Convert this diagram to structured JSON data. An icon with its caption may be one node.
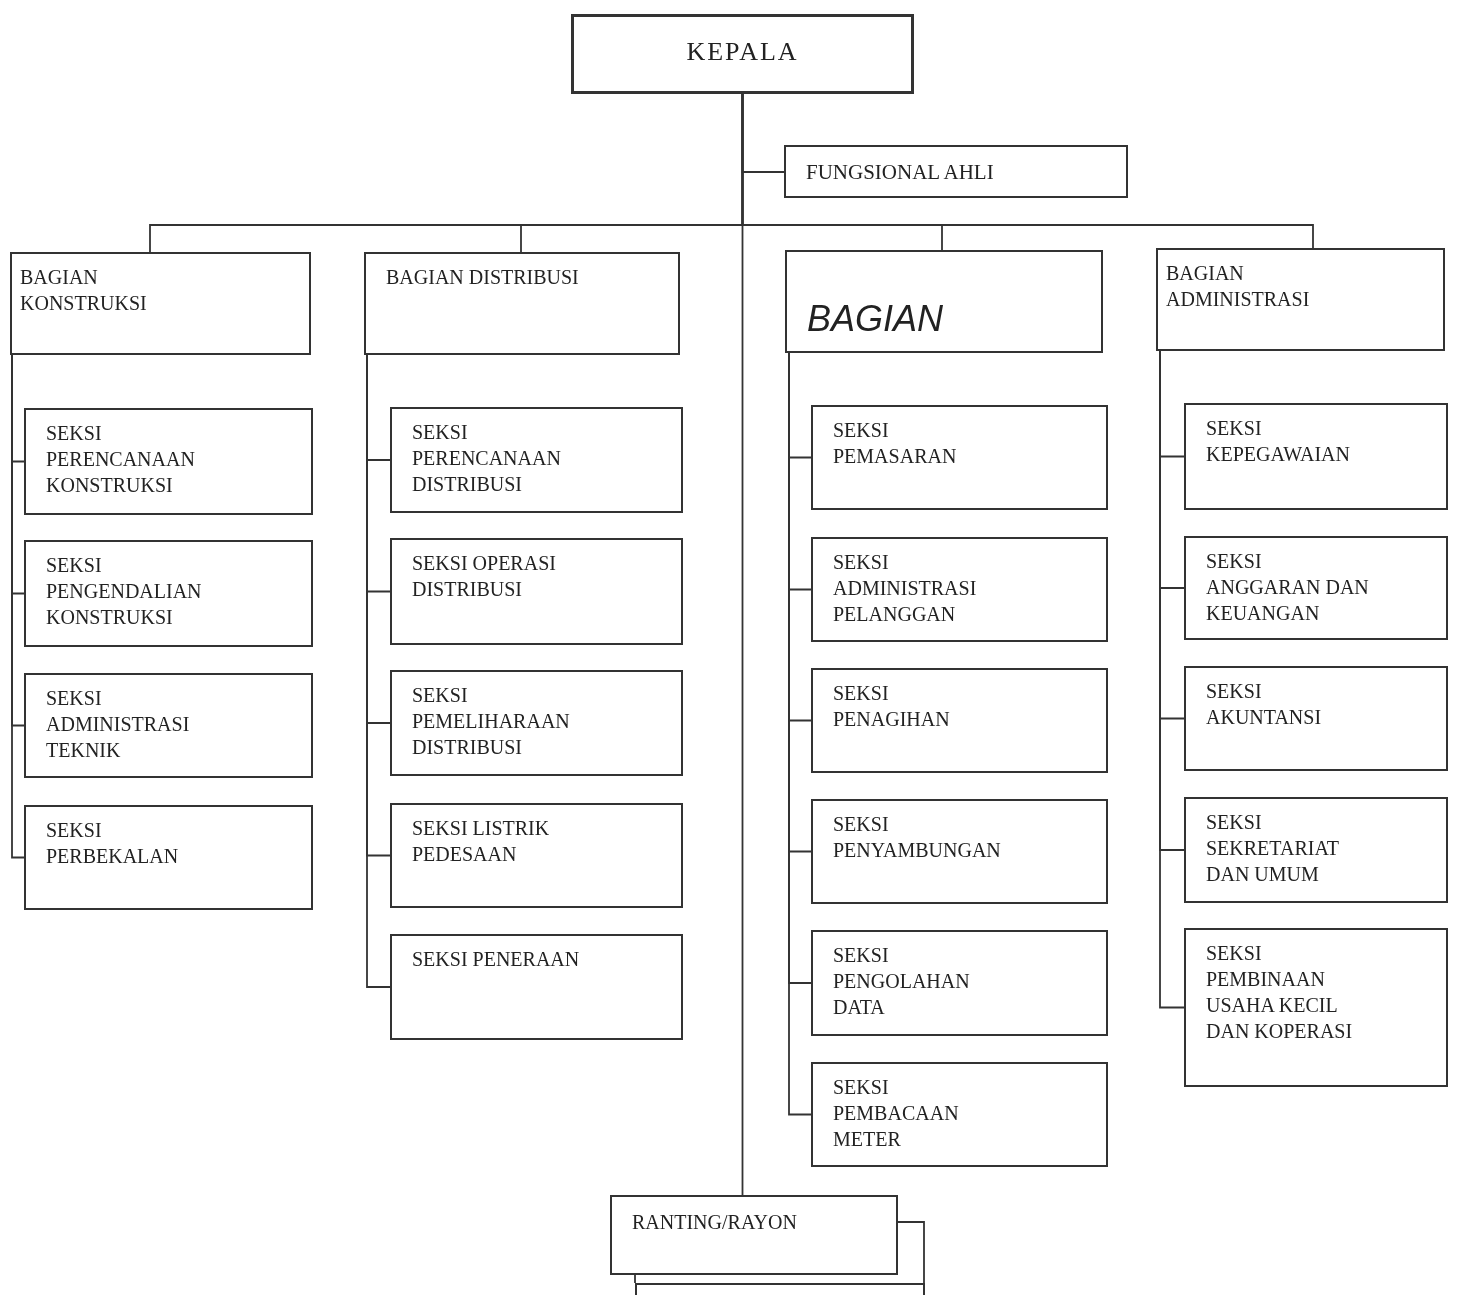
{
  "diagram": {
    "nodes": [
      {
        "text": [
          "KEPALA"
        ]
      },
      {
        "text": [
          "FUNGSIONAL AHLI"
        ]
      },
      {
        "text": [
          "BAGIAN KONSTRUKSI"
        ]
      },
      {
        "text": [
          "BAGIAN DISTRIBUSI"
        ]
      },
      {
        "text": [
          "BAGIAN"
        ]
      },
      {
        "text": [
          "BAGIAN ADMINISTRASI"
        ]
      },
      {
        "text": [
          "SEKSI PERENCANAAN KONSTRUKSI"
        ]
      },
      {
        "text": [
          "SEKSI PENGENDALIAN KONSTRUKSI"
        ]
      },
      {
        "text": [
          "SEKSI ADMINISTRASI TEKNIK"
        ]
      },
      {
        "text": [
          "SEKSI PERBEKALAN"
        ]
      },
      {
        "text": [
          "SEKSI PERENCANAAN DISTRIBUSI"
        ]
      },
      {
        "text": [
          "SEKSI OPERASI DISTRIBUSI"
        ]
      },
      {
        "text": [
          "SEKSI PEMELIHARAAN DISTRIBUSI"
        ]
      },
      {
        "text": [
          "SEKSI LISTRIK PEDESAAN"
        ]
      },
      {
        "text": [
          "SEKSI PENERAAN"
        ]
      },
      {
        "text": [
          "SEKSI PEMASARAN"
        ]
      },
      {
        "text": [
          "SEKSI ADMINISTRASI PELANGGAN"
        ]
      },
      {
        "text": [
          "SEKSI PENAGIHAN"
        ]
      },
      {
        "text": [
          "SEKSI PENYAMBUNGAN"
        ]
      },
      {
        "text": [
          "SEKSI PENGOLAHAN DATA"
        ]
      },
      {
        "text": [
          "SEKSI PEMBACAAN METER"
        ]
      },
      {
        "text": [
          "SEKSI KEPEGAWAIAN"
        ]
      },
      {
        "text": [
          "SEKSI ANGGARAN DAN KEUANGAN"
        ]
      },
      {
        "text": [
          "SEKSI AKUNTANSI"
        ]
      },
      {
        "text": [
          "SEKSI SEKRETARIAT DAN UMUM"
        ]
      },
      {
        "text": [
          "SEKSI PEMBINAAN USAHA KECIL DAN KOPERASI"
        ]
      },
      {
        "text": [
          "RANTING/RAYON"
        ]
      },
      {
        "text": [],
        "shape": "box"
      }
    ],
    "edges": [
      {
        "from": 0,
        "to": 1,
        "arrow": "none"
      },
      {
        "from": 0,
        "to": 2,
        "arrow": "none"
      },
      {
        "from": 0,
        "to": 3,
        "arrow": "none"
      },
      {
        "from": 0,
        "to": 4,
        "arrow": "none"
      },
      {
        "from": 0,
        "to": 5,
        "arrow": "none"
      },
      {
        "from": 2,
        "to": 6,
        "arrow": "none"
      },
      {
        "from": 2,
        "to": 7,
        "arrow": "none"
      },
      {
        "from": 2,
        "to": 8,
        "arrow": "none"
      },
      {
        "from": 2,
        "to": 9,
        "arrow": "none"
      },
      {
        "from": 3,
        "to": 10,
        "arrow": "none"
      },
      {
        "from": 3,
        "to": 11,
        "arrow": "none"
      },
      {
        "from": 3,
        "to": 12,
        "arrow": "none"
      },
      {
        "from": 3,
        "to": 13,
        "arrow": "none"
      },
      {
        "from": 3,
        "to": 14,
        "arrow": "none"
      },
      {
        "from": 4,
        "to": 15,
        "arrow": "none"
      },
      {
        "from": 4,
        "to": 16,
        "arrow": "none"
      },
      {
        "from": 4,
        "to": 17,
        "arrow": "none"
      },
      {
        "from": 4,
        "to": 18,
        "arrow": "none"
      },
      {
        "from": 4,
        "to": 19,
        "arrow": "none"
      },
      {
        "from": 4,
        "to": 20,
        "arrow": "none"
      },
      {
        "from": 5,
        "to": 21,
        "arrow": "none"
      },
      {
        "from": 5,
        "to": 22,
        "arrow": "none"
      },
      {
        "from": 5,
        "to": 23,
        "arrow": "none"
      },
      {
        "from": 5,
        "to": 24,
        "arrow": "none"
      },
      {
        "from": 5,
        "to": 25,
        "arrow": "none"
      },
      {
        "from": 0,
        "to": 26,
        "arrow": "none"
      },
      {
        "from": 26,
        "to": 27,
        "arrow": "none"
      },
      {
        "from": 26,
        "to": 27,
        "arrow": "none"
      }
    ]
  }
}
